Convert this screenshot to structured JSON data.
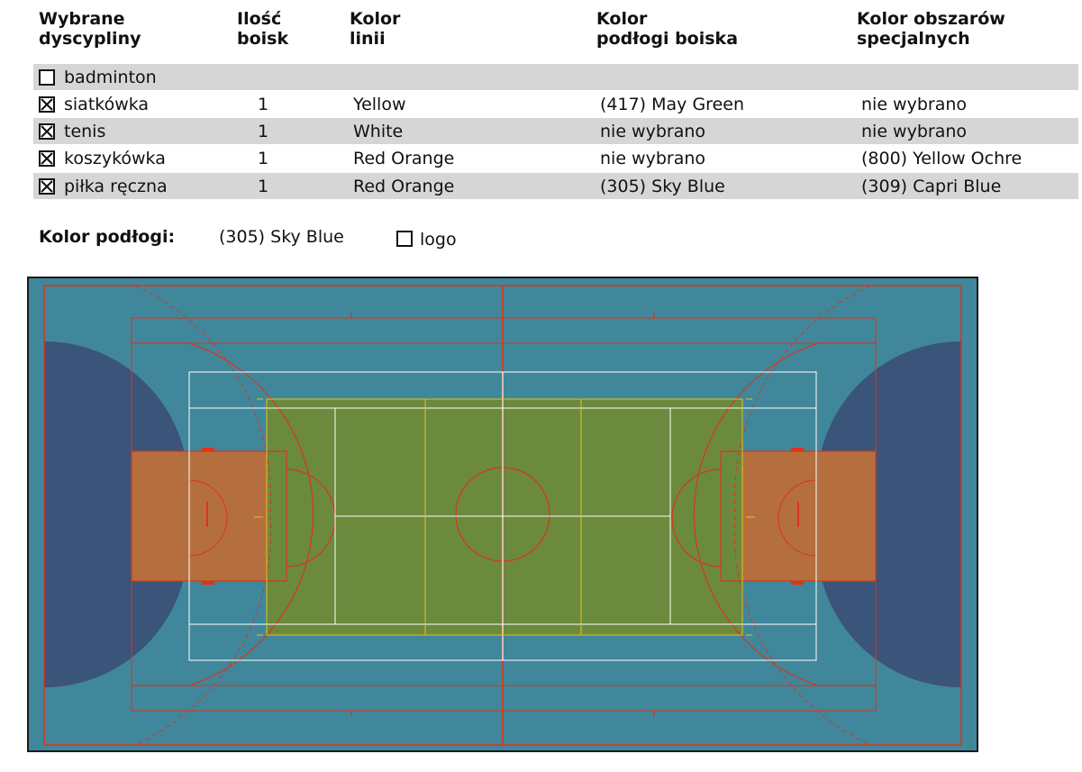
{
  "headers": {
    "disciplines": "Wybrane\ndyscypliny",
    "courts": "Ilość\nboisk",
    "line_color": "Kolor\nlinii",
    "floor_color": "Kolor\npodłogi boiska",
    "special_color": "Kolor obszarów\nspecjalnych"
  },
  "rows": [
    {
      "name": "badminton",
      "checked": false,
      "courts": "",
      "line": "",
      "floor": "",
      "special": ""
    },
    {
      "name": "siatkówka",
      "checked": true,
      "courts": "1",
      "line": "Yellow",
      "floor": "(417) May Green",
      "special": "nie wybrano"
    },
    {
      "name": "tenis",
      "checked": true,
      "courts": "1",
      "line": "White",
      "floor": "nie wybrano",
      "special": "nie wybrano"
    },
    {
      "name": "koszykówka",
      "checked": true,
      "courts": "1",
      "line": "Red Orange",
      "floor": "nie wybrano",
      "special": "(800) Yellow Ochre"
    },
    {
      "name": "piłka ręczna",
      "checked": true,
      "courts": "1",
      "line": "Red Orange",
      "floor": "(305) Sky Blue",
      "special": "(309) Capri Blue"
    }
  ],
  "floor": {
    "label": "Kolor podłogi:",
    "value": "(305) Sky Blue",
    "logo_label": "logo",
    "logo_checked": false
  },
  "colors": {
    "floor": "#40879c",
    "handball_area": "#3b5479",
    "basket_key": "#b56f3f",
    "volley_court": "#6b8a3d",
    "red_line": "#d9361a",
    "yellow_line": "#e6c21c",
    "white_line": "#ffffff",
    "border": "#1a1a1a"
  }
}
